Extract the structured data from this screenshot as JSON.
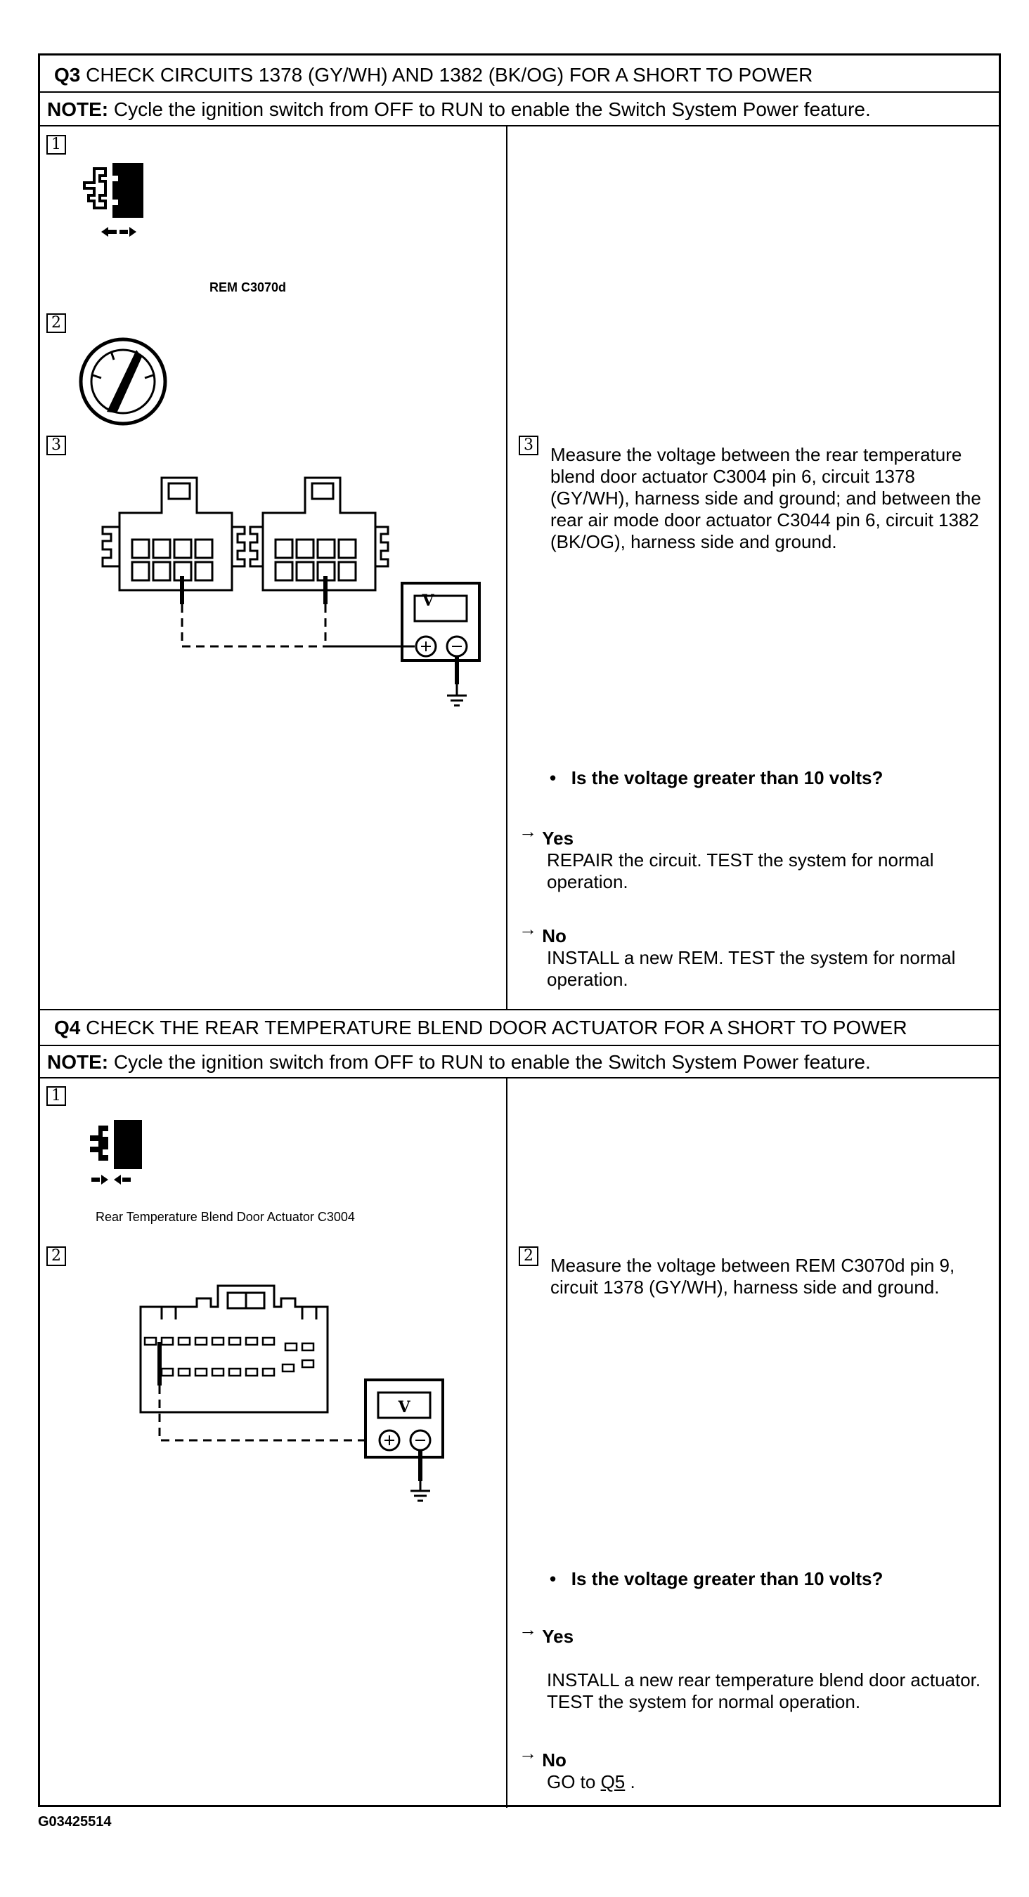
{
  "q3": {
    "label": "Q3",
    "title": "CHECK CIRCUITS 1378 (GY/WH) AND 1382 (BK/OG) FOR A SHORT TO POWER",
    "note_label": "NOTE:",
    "note_text": "Cycle the ignition switch from OFF to RUN to enable the Switch System Power feature.",
    "step1_num": "1",
    "step1_caption": "REM C3070d",
    "step2_num": "2",
    "step3_num": "3",
    "meter_label": "V",
    "instruction_num": "3",
    "instruction": "Measure the voltage between the rear temperature blend door actuator C3004 pin 6, circuit 1378 (GY/WH), harness side and ground; and between the rear air mode door actuator C3044 pin 6, circuit 1382 (BK/OG), harness side and ground.",
    "question": "Is the voltage greater than 10 volts?",
    "yes_label": "Yes",
    "yes_text": "REPAIR the circuit. TEST the system for normal operation.",
    "no_label": "No",
    "no_text": "INSTALL a new REM. TEST the system for normal operation."
  },
  "q4": {
    "label": "Q4",
    "title": "CHECK THE REAR TEMPERATURE BLEND DOOR ACTUATOR FOR A SHORT TO POWER",
    "note_label": "NOTE:",
    "note_text": "Cycle the ignition switch from OFF to RUN to enable the Switch System Power feature.",
    "step1_num": "1",
    "step1_caption": "Rear Temperature Blend Door Actuator C3004",
    "step2_num": "2",
    "meter_label": "V",
    "instruction_num": "2",
    "instruction": "Measure the voltage between REM C3070d pin 9, circuit 1378 (GY/WH), harness side and ground.",
    "question": "Is the voltage greater than 10 volts?",
    "yes_label": "Yes",
    "yes_text": "INSTALL a new rear temperature blend door actuator. TEST the system for normal operation.",
    "no_label": "No",
    "no_text_prefix": "GO to ",
    "no_link": "Q5",
    "no_text_suffix": " ."
  },
  "bullet_char": "•",
  "arrow_char": "→",
  "footer_code": "G03425514"
}
